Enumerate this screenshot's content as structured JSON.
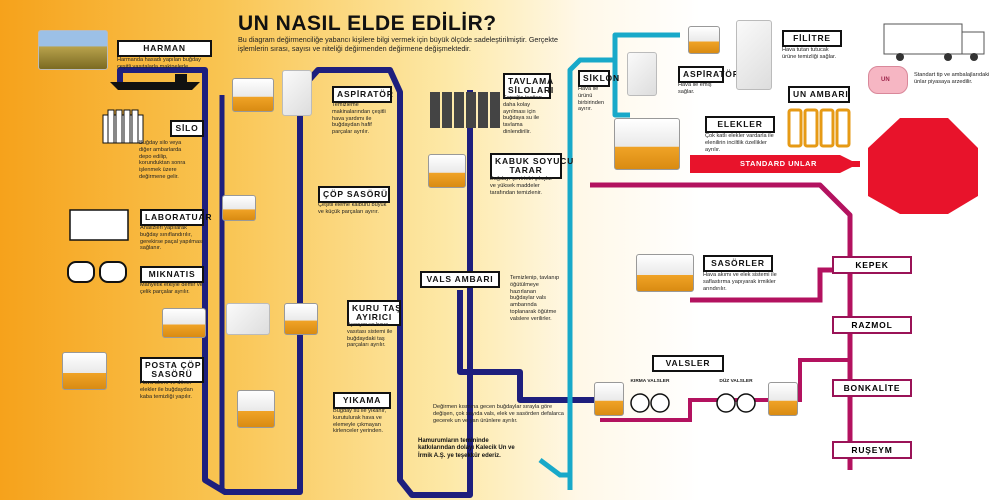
{
  "header": {
    "title": "UN NASIL ELDE EDİLİR?",
    "subtitle": "Bu diagram değirmenciliğe yabancı kişilere bilgi vermek için büyük ölçüde sadeleştirilmiştir. Gerçekte işlemlerin sırası, sayısı ve niteliği değirmenden değirmene değişmektedir."
  },
  "steps": {
    "harman": {
      "label": "HARMAN",
      "desc": "Harmanda hasadı yapılan buğday çeşitli vasıtalarla makinelerle..."
    },
    "silo": {
      "label": "SİLO",
      "desc": "Buğday silo veya diğer ambarlarda depo edilip, korunduktan sonra işlenmek üzere değirmene gelir."
    },
    "laboratuar": {
      "label": "LABORATUAR",
      "desc": "Analizleri yapılarak buğday sınıflandırılır, gerekirse paçal yapılması sağlanır."
    },
    "miknatis": {
      "label": "MIKNATIS",
      "desc": "Manyetik etkiyle demir ve çelik parçalar ayrılır."
    },
    "posta_copu": {
      "label": "POSTA ÇÖP\nSASÖRÜ",
      "desc": "Hava akımı ve döner elekler ile buğdaydan kaba temizliği yapılır."
    },
    "aspirator1": {
      "label": "ASPİRATÖR",
      "desc": "Temizleme makinalarından çeşitli hava yardımı ile buğdaydan hafif parçalar ayrılır."
    },
    "cop_sasoru": {
      "label": "ÇÖP SASÖRÜ",
      "desc": "Çeşitli eleme kalburu büyük ve küçük parçaları ayırır."
    },
    "kuru_tas": {
      "label": "KURU TAŞ\nAYIRICI",
      "desc": "Ayıcıyor ve hava vasıtası sistemi ile buğdaydaki taş parçaları ayrılır."
    },
    "yikama": {
      "label": "YIKAMA",
      "desc": "Buğday su ile yıkanır, kurutulurak hava ve elemeyle çıkmayan kirlenceler yerinden."
    },
    "tavlama": {
      "label": "TAVLAMA\nSİLOLARI",
      "desc": "Kepeğin testten daha kolay ayrılması için buğdaya su ile tavlama dinlendirilir."
    },
    "kabuk": {
      "label": "KABUK SOYUCU\nTARAR",
      "desc": "Buğdayı çevirtebi çıkışlar ve yüksek maddeler tarafından temizlenir."
    },
    "vals_ambari": {
      "label": "VALS AMBARI",
      "desc": "Temizlenip, tavlanıp öğütülmeye hazırlanan buğdaylar vals ambarında toplanarak öğütme valslere verilirler."
    },
    "vals_note": {
      "desc": "Değirmen kısmına gecen buğdaylar sırayla göre değişen, çok sayıda vals, elek ve sasörden defalarca gecerek un ve yan ürünlere ayrılır."
    },
    "siklon": {
      "label": "SİKLON",
      "desc": "Hava ile ürünü birbirinden ayırır."
    },
    "aspirator2": {
      "label": "ASPİRATÖR",
      "desc": "Hava ile emiş sağlar."
    },
    "filitre": {
      "label": "FİLİTRE",
      "desc": "Hava tutan tutucak ürüne temizliği sağlar."
    },
    "un_ambari": {
      "label": "UN AMBARI",
      "desc": ""
    },
    "elekler": {
      "label": "ELEKLER",
      "desc": "Çok katlı elekler vardarla ile elenilirin inciltlik özellikler ayrılır."
    },
    "sasorler": {
      "label": "SASÖRLER",
      "desc": "Hava akımı ve elek sistemi ile saflastırma yapıyarak irmikler arındırılır."
    },
    "valsler": {
      "label": "VALSLER",
      "kirma": "KIRMA VALSLER",
      "duz": "DÜZ VALSLER"
    }
  },
  "outputs": [
    "KEPEK",
    "RAZMOL",
    "BONKALİTE",
    "RUŞEYM"
  ],
  "standard_unlar": "STANDARD UNLAR",
  "shipping_note": "Standart tip ve ambalajlarıdaki ünlar piyasaya arzedilir.",
  "un_badge": "UN",
  "credit": "Hamurumların temininde katkılarından dolayı Kalecik Un ve İrmik A.Ş. ye teşekkür ederiz.",
  "colors": {
    "navy_line": "#1e1f7d",
    "cyan_line": "#18a9c9",
    "magenta_line": "#b3125f",
    "red": "#e8132b"
  }
}
